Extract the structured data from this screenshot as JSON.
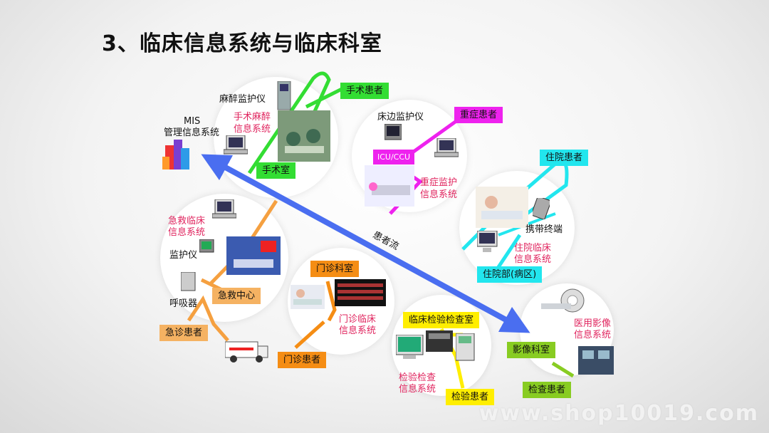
{
  "title": "3、临床信息系统与临床科室",
  "mis": {
    "line1": "MIS",
    "line2": "管理信息系统"
  },
  "patient_flow": "患者流",
  "surgery": {
    "device": "麻醉监护仪",
    "system_line1": "手术麻醉",
    "system_line2": "信息系统",
    "room": "手术室",
    "patient": "手术患者",
    "color": "#33dd33"
  },
  "icu": {
    "device": "床边监护仪",
    "unit": "ICU/CCU",
    "system_line1": "重症监护",
    "system_line2": "信息系统",
    "patient": "重症患者",
    "color": "#ee22ee"
  },
  "ward": {
    "patient": "住院患者",
    "device": "携带终端",
    "system_line1": "住院临床",
    "system_line2": "信息系统",
    "dept": "住院部(病区)",
    "color": "#22e6ee"
  },
  "emergency": {
    "system_line1": "急救临床",
    "system_line2": "信息系统",
    "device1": "监护仪",
    "device2": "呼吸器",
    "center": "急救中心",
    "patient": "急诊患者",
    "color": "#f5a040"
  },
  "outpatient": {
    "dept": "门诊科室",
    "system_line1": "门诊临床",
    "system_line2": "信息系统",
    "patient": "门诊患者",
    "color": "#f58d14"
  },
  "lab": {
    "dept": "临床检验检查室",
    "system_line1": "检验检查",
    "system_line2": "信息系统",
    "patient": "检验患者",
    "color": "#ffee00"
  },
  "imaging": {
    "dept": "影像科室",
    "system_line1": "医用影像",
    "system_line2": "信息系统",
    "patient": "检查患者",
    "color": "#88cc22"
  },
  "arrow_color": "#4a6ef0",
  "watermark": "www.shop10019.com"
}
